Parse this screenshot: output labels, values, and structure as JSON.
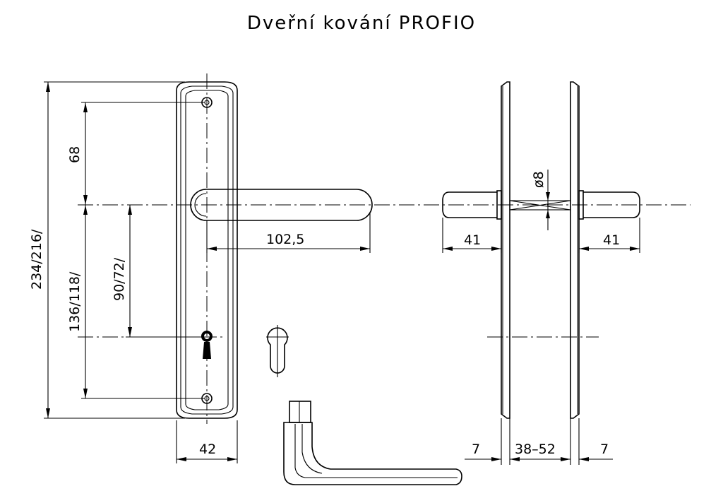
{
  "title": "Dveřní kování PROFIO",
  "dimensions": {
    "overall_height": "234/216/",
    "screw_spacing": "136/118/",
    "handle_to_top_screw": "68",
    "handle_to_keyhole": "90/72/",
    "handle_length": "102,5",
    "plate_width": "42",
    "handle_projection_left": "41",
    "handle_projection_right": "41",
    "spindle": "ø8",
    "plate_thickness_left": "7",
    "door_thickness": "38–52",
    "plate_thickness_right": "7"
  }
}
